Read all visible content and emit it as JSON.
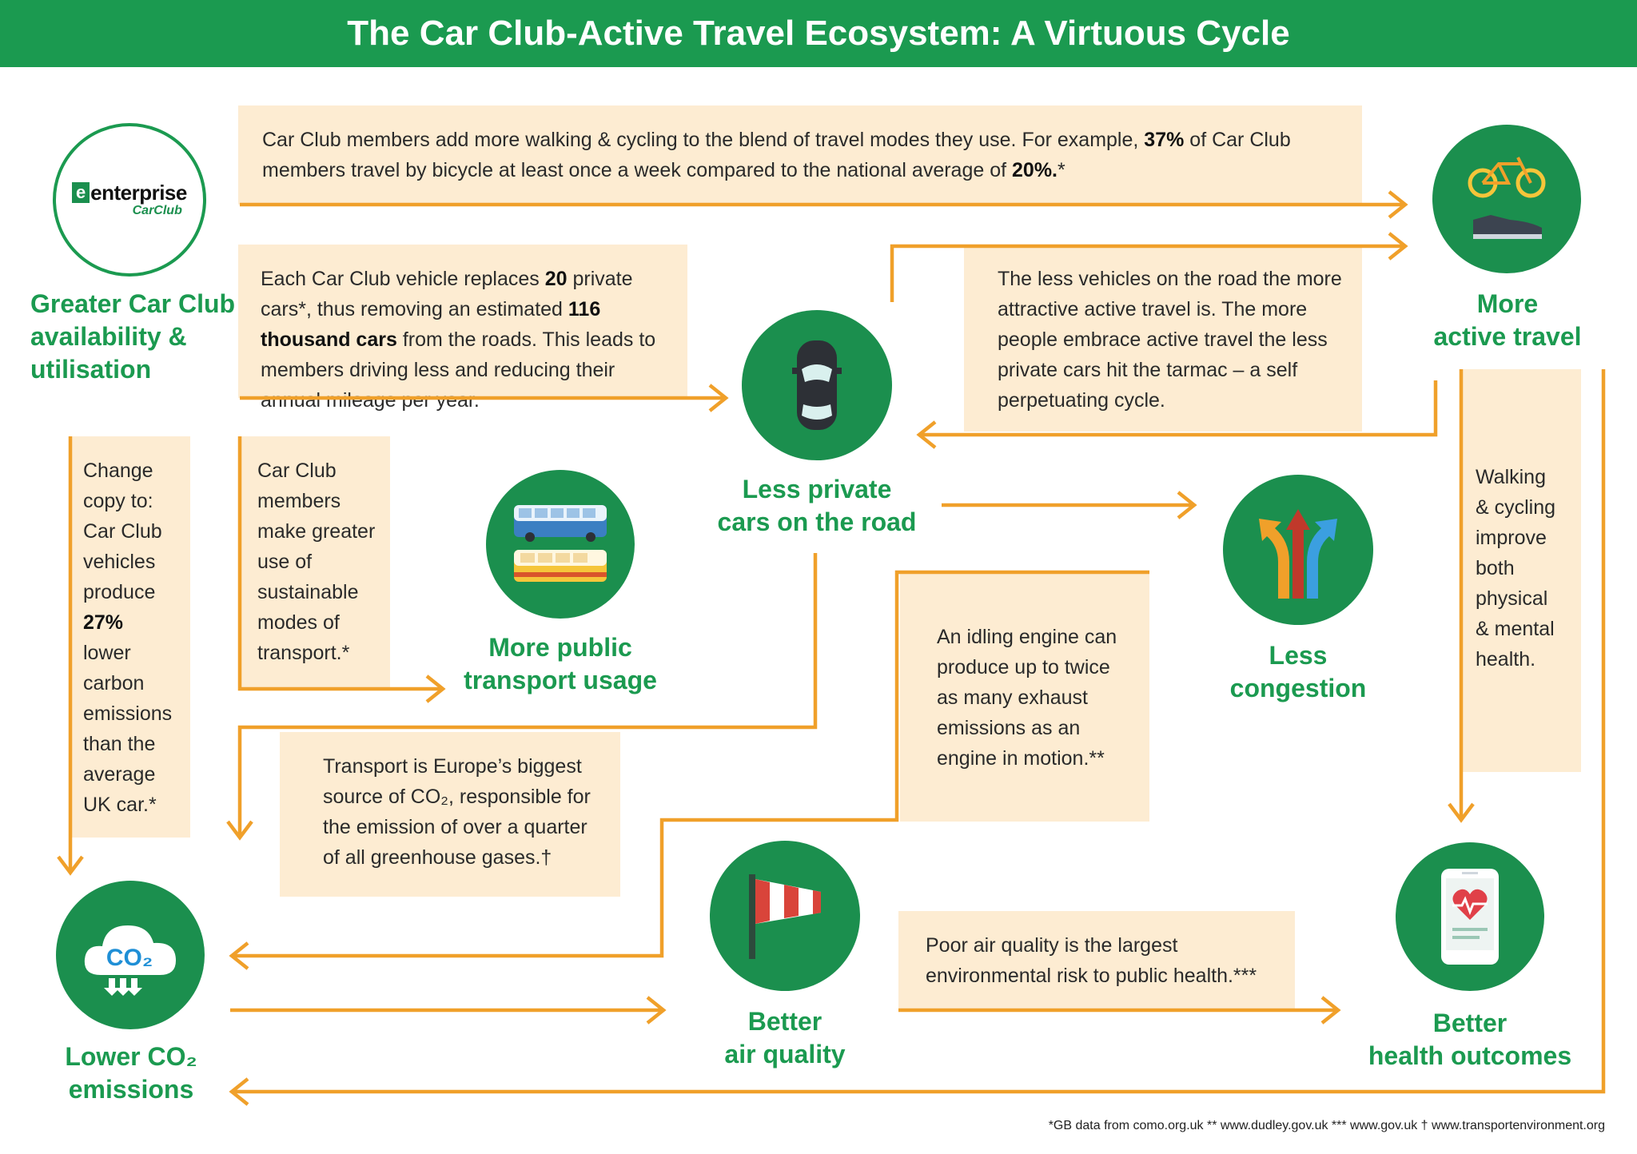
{
  "title": "The Car Club-Active Travel Ecosystem: A Virtuous Cycle",
  "logo": {
    "word": "enterprise",
    "sub": "CarClub",
    "icon": "enterprise-car-club-logo"
  },
  "nodes": {
    "car_club": {
      "lines": [
        "Greater Car Club",
        "availability &",
        "utilisation"
      ]
    },
    "active_travel": {
      "lines": [
        "More",
        "active travel"
      ],
      "icon": "bicycle-and-shoe-icon"
    },
    "less_cars": {
      "lines": [
        "Less private",
        "cars on the road"
      ],
      "icon": "car-top-view-icon"
    },
    "public_transport": {
      "lines": [
        "More public",
        "transport usage"
      ],
      "icon": "bus-and-tram-icon"
    },
    "less_congestion": {
      "lines": [
        "Less",
        "congestion"
      ],
      "icon": "diverging-arrows-icon"
    },
    "lower_co2": {
      "lines": [
        "Lower CO₂",
        "emissions"
      ],
      "icon": "co2-cloud-icon",
      "icon_text": "CO₂"
    },
    "air_quality": {
      "lines": [
        "Better",
        "air quality"
      ],
      "icon": "windsock-icon"
    },
    "health": {
      "lines": [
        "Better",
        "health outcomes"
      ],
      "icon": "phone-heart-icon"
    }
  },
  "boxes": {
    "top": {
      "p1": "Car Club members add more walking & cycling to the blend of travel modes they use. For example, ",
      "b1": "37%",
      "p2": " of Car Club members travel by bicycle at least once a week compared to the national average of ",
      "b2": "20%.",
      "p3": "*"
    },
    "replaces": {
      "p1": "Each Car Club vehicle replaces ",
      "b1": "20",
      "p2": " private cars*, thus removing an estimated ",
      "b2": "116 thousand cars",
      "p3": " from the roads. This leads to members driving less and reducing their annual mileage per year."
    },
    "cycle": {
      "text": "The less vehicles on the road the more attractive active travel is. The more people embrace active travel the less private cars hit the tarmac – a self perpetuating cycle."
    },
    "change_copy": {
      "lines": [
        "Change",
        "copy to:",
        "Car Club",
        "vehicles",
        "produce"
      ],
      "bold": "27%",
      "lines2": [
        "lower",
        "carbon",
        "emissions",
        "than the",
        "average",
        "UK car.*"
      ]
    },
    "members": {
      "lines": [
        "Car Club",
        "members",
        "make greater",
        "use of",
        "sustainable",
        "modes of",
        "transport.*"
      ]
    },
    "walking": {
      "lines": [
        "Walking",
        "& cycling",
        "improve",
        "both",
        "physical",
        "& mental",
        "health."
      ]
    },
    "idling": {
      "text": "An idling engine can produce up to twice as many exhaust emissions as an engine in motion.**"
    },
    "transport_europe": {
      "text": "Transport is Europe’s biggest source of CO₂, responsible for the emission of over a quarter of all greenhouse gases.†"
    },
    "air_risk": {
      "text": "Poor air quality is the largest environmental risk to public health.***"
    }
  },
  "footer": "*GB data from como.org.uk   ** www.dudley.gov.uk   *** www.gov.uk † www.transportenvironment.org",
  "colors": {
    "green": "#1b9a50",
    "circle": "#1b8f4e",
    "orange": "#f0a02a",
    "box": "#fdecd2"
  }
}
